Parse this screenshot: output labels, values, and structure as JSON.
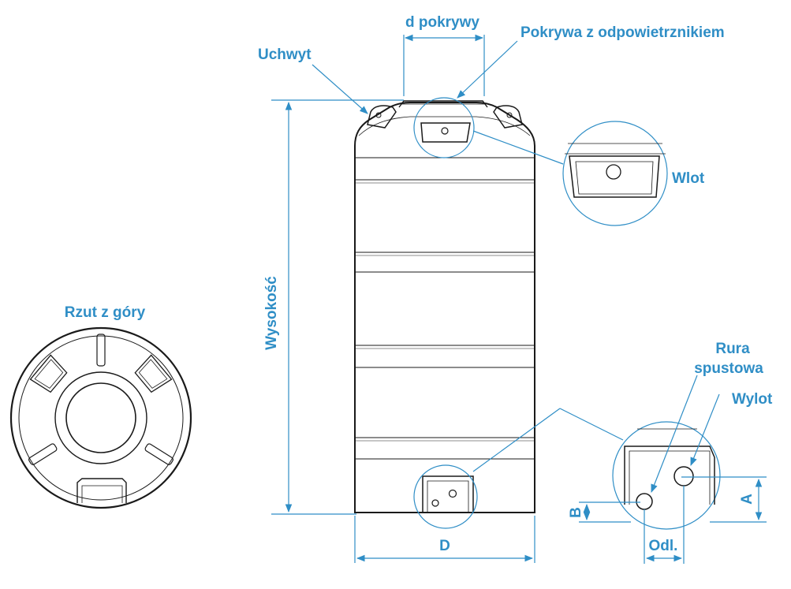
{
  "labels": {
    "lid_diameter": "d pokrywy",
    "lid_with_vent": "Pokrywa z odpowietrznikiem",
    "handle": "Uchwyt",
    "inlet": "Wlot",
    "top_view": "Rzut z góry",
    "height": "Wysokość",
    "drain_pipe_line1": "Rura",
    "drain_pipe_line2": "spustowa",
    "outlet": "Wylot",
    "dim_a": "A",
    "dim_b": "B",
    "dim_d": "D",
    "distance": "Odl."
  },
  "colors": {
    "annotation": "#2f8ec6",
    "outline": "#1a1a1a"
  }
}
